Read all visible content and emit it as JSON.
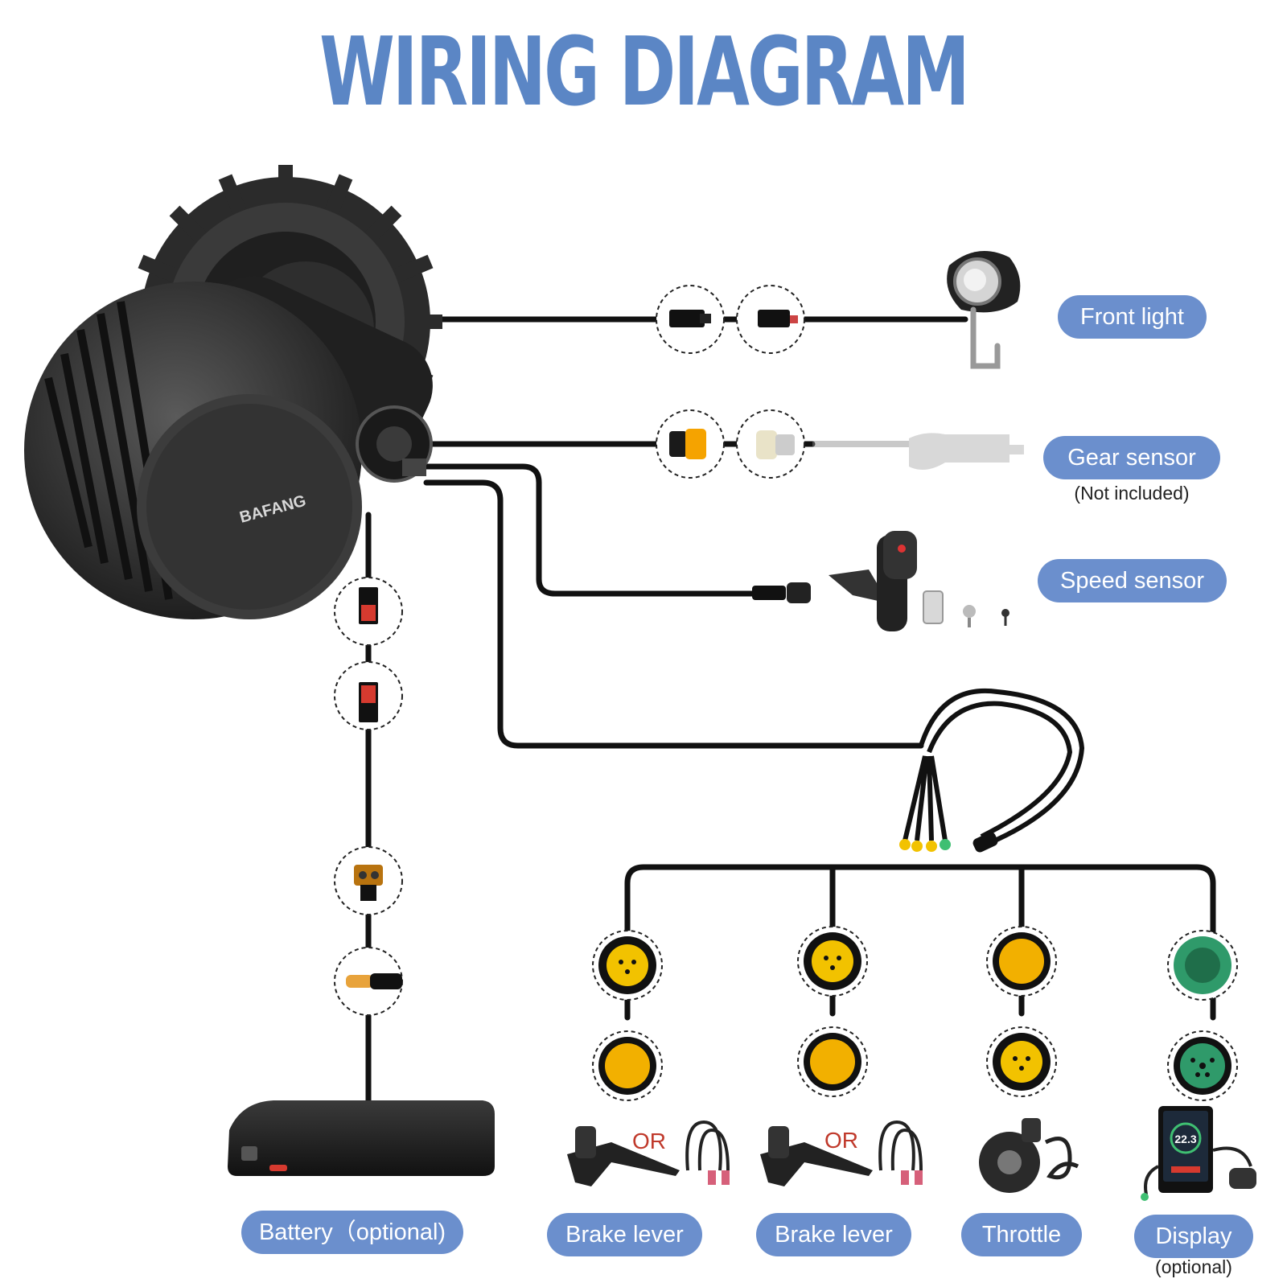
{
  "title": "WIRING DIAGRAM",
  "colors": {
    "accent": "#5b86c5",
    "pill": "#6b8fcd",
    "wire": "#111111",
    "connector_yellow": "#f2c200",
    "connector_green": "#2f9a6a",
    "connector_red": "#d63a2f",
    "or_text": "#c0392b"
  },
  "motor": {
    "brand": "BAFANG"
  },
  "labels": {
    "front_light": "Front light",
    "gear_sensor": "Gear sensor",
    "gear_sensor_note": "(Not included)",
    "speed_sensor": "Speed sensor",
    "battery": "Battery（optional)",
    "brake_lever_1": "Brake lever",
    "brake_lever_2": "Brake lever",
    "throttle": "Throttle",
    "display": "Display",
    "display_note": "(optional)",
    "or_1": "OR",
    "or_2": "OR"
  },
  "display_screen": {
    "reading": "22.3"
  }
}
